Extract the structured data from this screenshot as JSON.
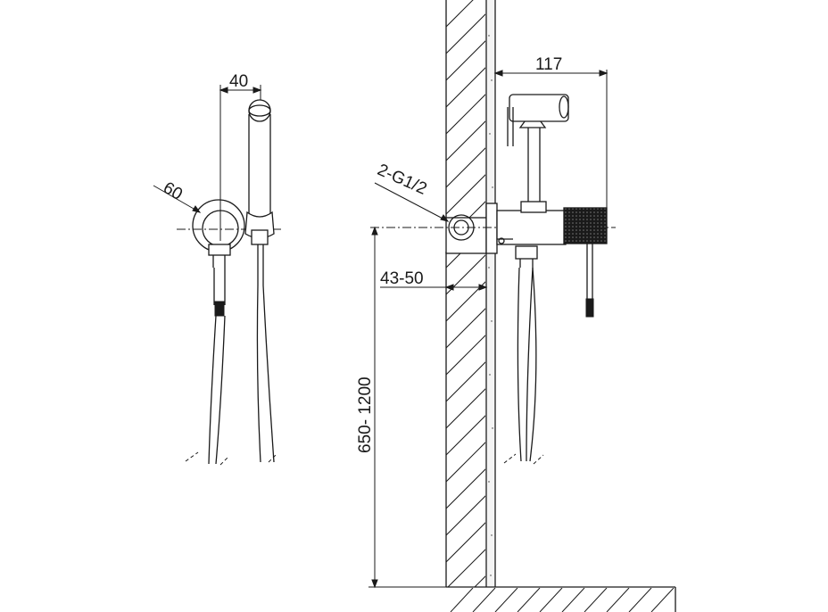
{
  "dimensions": {
    "width_label": "40",
    "diameter_label": "60",
    "depth_label": "117",
    "inlet_label": "2-G1/2",
    "offset_label": "43-50",
    "height_label": "650- 1200"
  },
  "colors": {
    "line": "#1a1a1a",
    "background": "#ffffff"
  }
}
